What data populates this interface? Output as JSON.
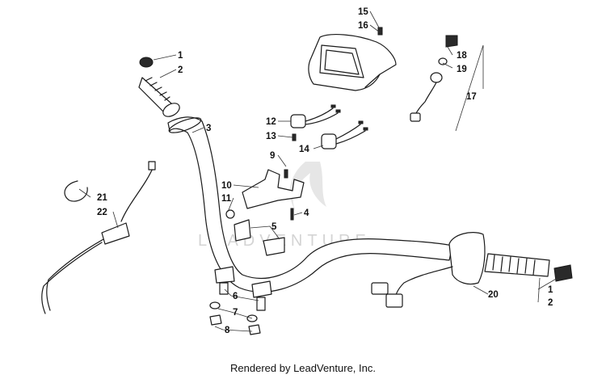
{
  "watermark": "LEADVENTURE",
  "caption": "Rendered by LeadVenture, Inc.",
  "callouts": {
    "c1_top": "1",
    "c2_top": "2",
    "c3": "3",
    "c4": "4",
    "c5": "5",
    "c6": "6",
    "c7": "7",
    "c8": "8",
    "c9": "9",
    "c10": "10",
    "c11": "11",
    "c12": "12",
    "c13": "13",
    "c14": "14",
    "c15": "15",
    "c16": "16",
    "c17": "17",
    "c18": "18",
    "c19": "19",
    "c20": "20",
    "c21": "21",
    "c22": "22",
    "c1_bottom": "1",
    "c2_bottom": "2"
  }
}
